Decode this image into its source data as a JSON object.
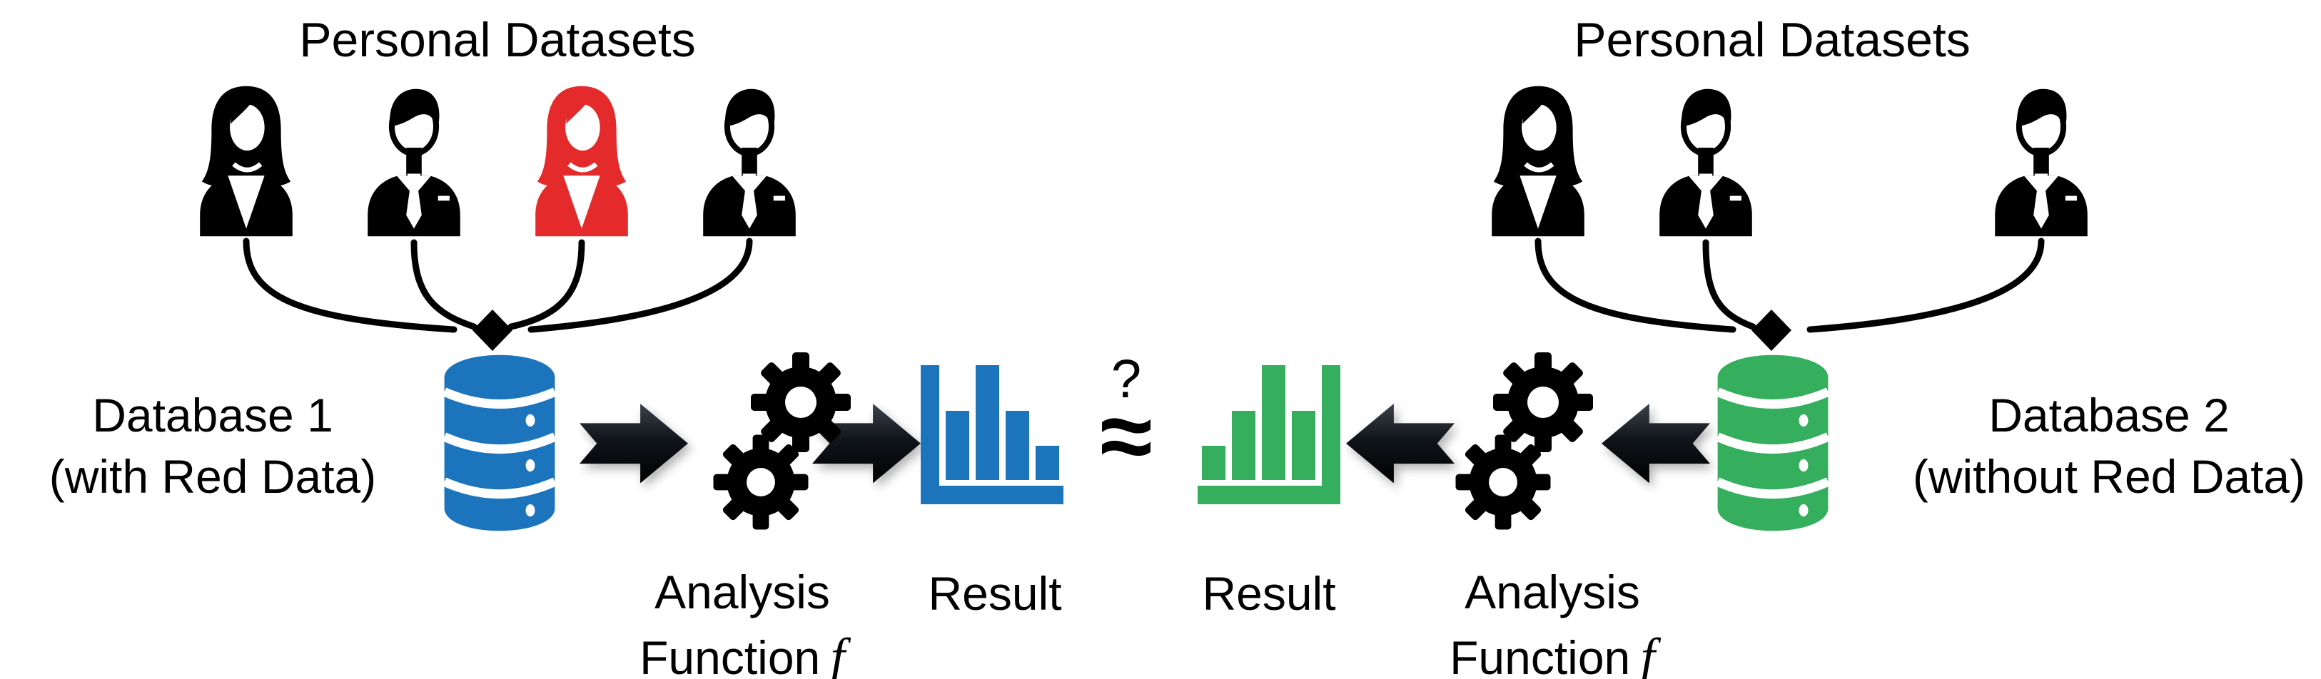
{
  "colors": {
    "blue": "#1C75BC",
    "green": "#35AF5E",
    "red": "#E42A2B",
    "black": "#000000"
  },
  "left": {
    "title": "Personal Datasets",
    "people": [
      {
        "type": "woman",
        "color": "black"
      },
      {
        "type": "man",
        "color": "black"
      },
      {
        "type": "woman",
        "color": "red"
      },
      {
        "type": "man",
        "color": "black"
      }
    ],
    "database_label": {
      "line1": "Database 1",
      "line2": "(with Red Data)"
    },
    "analysis_label": {
      "line1": "Analysis",
      "line2": "Function",
      "f": "f"
    },
    "result_label": "Result"
  },
  "right": {
    "title": "Personal Datasets",
    "people": [
      {
        "type": "woman",
        "color": "black"
      },
      {
        "type": "man",
        "color": "black"
      },
      {
        "type": "man",
        "color": "black"
      }
    ],
    "database_label": {
      "line1": "Database 2",
      "line2": "(without Red Data)"
    },
    "analysis_label": {
      "line1": "Analysis",
      "line2": "Function",
      "f": "f"
    },
    "result_label": "Result"
  },
  "comparison": {
    "question_mark": "?",
    "approx_symbol": "≈"
  },
  "chart_data": [
    {
      "type": "bar",
      "name": "result-database-1",
      "values": [
        60,
        100,
        60,
        30
      ],
      "color": "#1C75BC",
      "axis_side": "left",
      "ylim": [
        0,
        100
      ]
    },
    {
      "type": "bar",
      "name": "result-database-2",
      "values": [
        30,
        60,
        100,
        60
      ],
      "color": "#35AF5E",
      "axis_side": "right",
      "ylim": [
        0,
        100
      ]
    }
  ]
}
